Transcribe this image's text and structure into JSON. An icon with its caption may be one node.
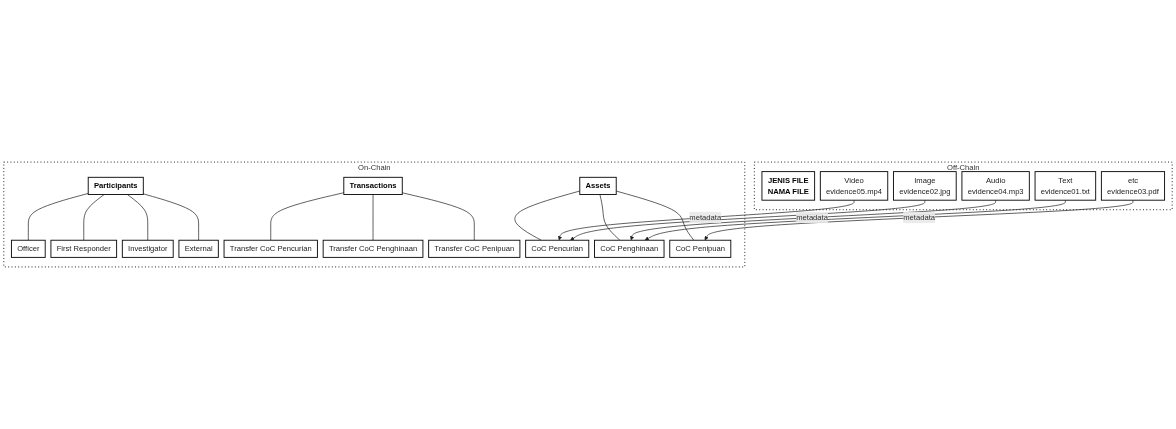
{
  "diagram": {
    "nodes": [
      {
        "text": [
          "On-Chain"
        ]
      },
      {
        "text": [
          "Participants"
        ],
        "in": 0
      },
      {
        "text": [
          "Officer"
        ],
        "in": 0
      },
      {
        "text": [
          "First Responder"
        ],
        "in": 0
      },
      {
        "text": [
          "Investigator"
        ],
        "in": 0
      },
      {
        "text": [
          "External"
        ],
        "in": 0
      },
      {
        "text": [
          "Transactions"
        ],
        "in": 0
      },
      {
        "text": [
          "Transfer CoC Pencurian"
        ],
        "in": 0
      },
      {
        "text": [
          "Transfer CoC Penghinaan"
        ],
        "in": 0
      },
      {
        "text": [
          "Transfer CoC Penipuan"
        ],
        "in": 0
      },
      {
        "text": [
          "Assets"
        ],
        "in": 0
      },
      {
        "text": [
          "CoC Pencurian"
        ],
        "in": 0
      },
      {
        "text": [
          "CoC Penghinaan"
        ],
        "in": 0
      },
      {
        "text": [
          "CoC Penipuan"
        ],
        "in": 0
      },
      {
        "text": [
          "Off-Chain"
        ]
      },
      {
        "text": [
          "JENIS FILE",
          "NAMA FILE"
        ],
        "in": 14
      },
      {
        "text": [
          "Video",
          "evidence05.mp4"
        ],
        "in": 14
      },
      {
        "text": [
          "Image",
          "evidence02.jpg"
        ],
        "in": 14
      },
      {
        "text": [
          "Audio",
          "evidence04.mp3"
        ],
        "in": 14
      },
      {
        "text": [
          "Text",
          "evidence01.txt"
        ],
        "in": 14
      },
      {
        "text": [
          "etc",
          "evidence03.pdf"
        ],
        "in": 14
      }
    ],
    "edges": [
      {
        "from": 1,
        "to": 2,
        "arrow": "none"
      },
      {
        "from": 1,
        "to": 3,
        "arrow": "none"
      },
      {
        "from": 1,
        "to": 4,
        "arrow": "none"
      },
      {
        "from": 1,
        "to": 5,
        "arrow": "none"
      },
      {
        "from": 6,
        "to": 7,
        "arrow": "none"
      },
      {
        "from": 6,
        "to": 8,
        "arrow": "none"
      },
      {
        "from": 6,
        "to": 9,
        "arrow": "none"
      },
      {
        "from": 10,
        "to": 11,
        "arrow": "none"
      },
      {
        "from": 10,
        "to": 12,
        "arrow": "none"
      },
      {
        "from": 10,
        "to": 13,
        "arrow": "none"
      },
      {
        "from": 16,
        "to": 11,
        "arrow": "to",
        "label": "metadata"
      },
      {
        "from": 17,
        "to": 11,
        "arrow": "to"
      },
      {
        "from": 18,
        "to": 12,
        "arrow": "to",
        "label": "metadata"
      },
      {
        "from": 19,
        "to": 12,
        "arrow": "to"
      },
      {
        "from": 20,
        "to": 13,
        "arrow": "to",
        "label": "metadata"
      }
    ]
  }
}
